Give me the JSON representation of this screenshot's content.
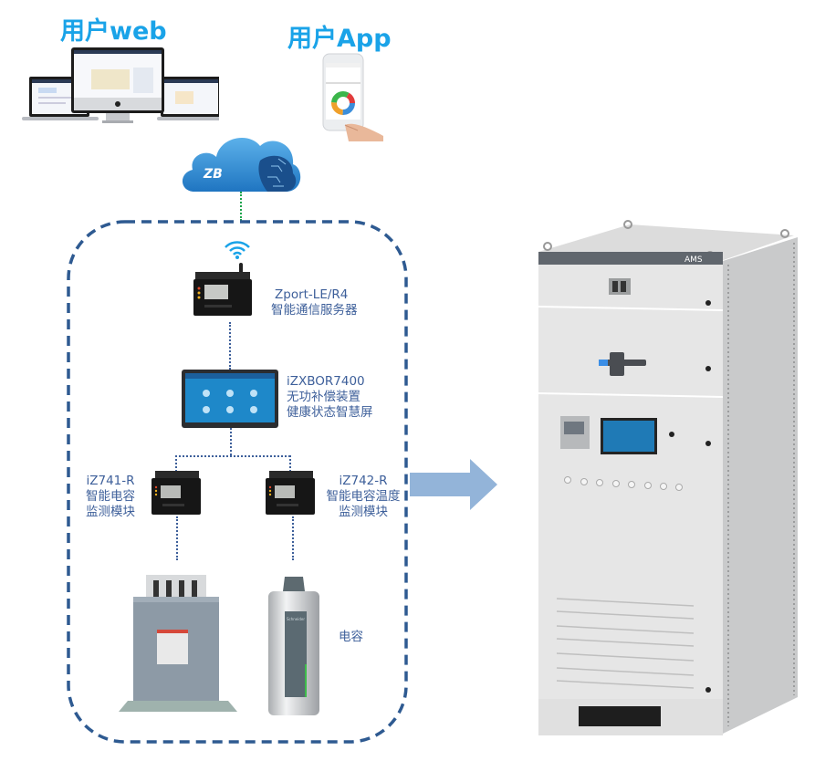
{
  "header": {
    "user_web_title": "用户web",
    "user_app_title": "用户App"
  },
  "cloud": {
    "logo_text": "ZB"
  },
  "devices": {
    "gateway": {
      "model": "Zport-LE/R4",
      "description": "智能通信服务器"
    },
    "screen": {
      "model": "iZXBOR7400",
      "description_line1": "无功补偿装置",
      "description_line2": "健康状态智慧屏"
    },
    "module_left": {
      "model": "iZ741-R",
      "description_line1": "智能电容",
      "description_line2": "监测模块"
    },
    "module_right": {
      "model": "iZ742-R",
      "description_line1": "智能电容温度",
      "description_line2": "监测模块"
    },
    "capacitor": {
      "label": "电容",
      "brand_text": "Schneider"
    }
  },
  "cabinet": {
    "brand_label": "AMS"
  },
  "colors": {
    "title_blue": "#1aa3e8",
    "label_blue": "#3d5f9a",
    "dash_border": "#2e5a91",
    "arrow": "#93b4d9",
    "link_green": "#1aa34a"
  }
}
